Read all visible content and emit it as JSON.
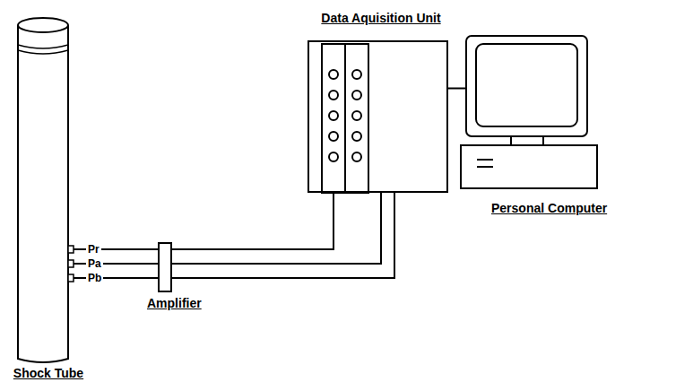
{
  "diagram": {
    "nodes": [
      {
        "text": [
          "Shock Tube"
        ]
      },
      {
        "text": [
          "Amplifier"
        ]
      },
      {
        "text": [
          "Data Aquisition Unit"
        ]
      },
      {
        "text": [
          "Personal Computer"
        ]
      }
    ],
    "edges": [
      {
        "from": 0,
        "to": 1,
        "label": "Pr",
        "arrow": "none"
      },
      {
        "from": 0,
        "to": 1,
        "label": "Pa",
        "arrow": "none"
      },
      {
        "from": 0,
        "to": 1,
        "label": "Pb",
        "arrow": "none"
      },
      {
        "from": 1,
        "to": 2,
        "arrow": "none"
      },
      {
        "from": 1,
        "to": 2,
        "arrow": "none"
      },
      {
        "from": 1,
        "to": 2,
        "arrow": "none"
      },
      {
        "from": 2,
        "to": 3,
        "arrow": "none"
      }
    ]
  }
}
